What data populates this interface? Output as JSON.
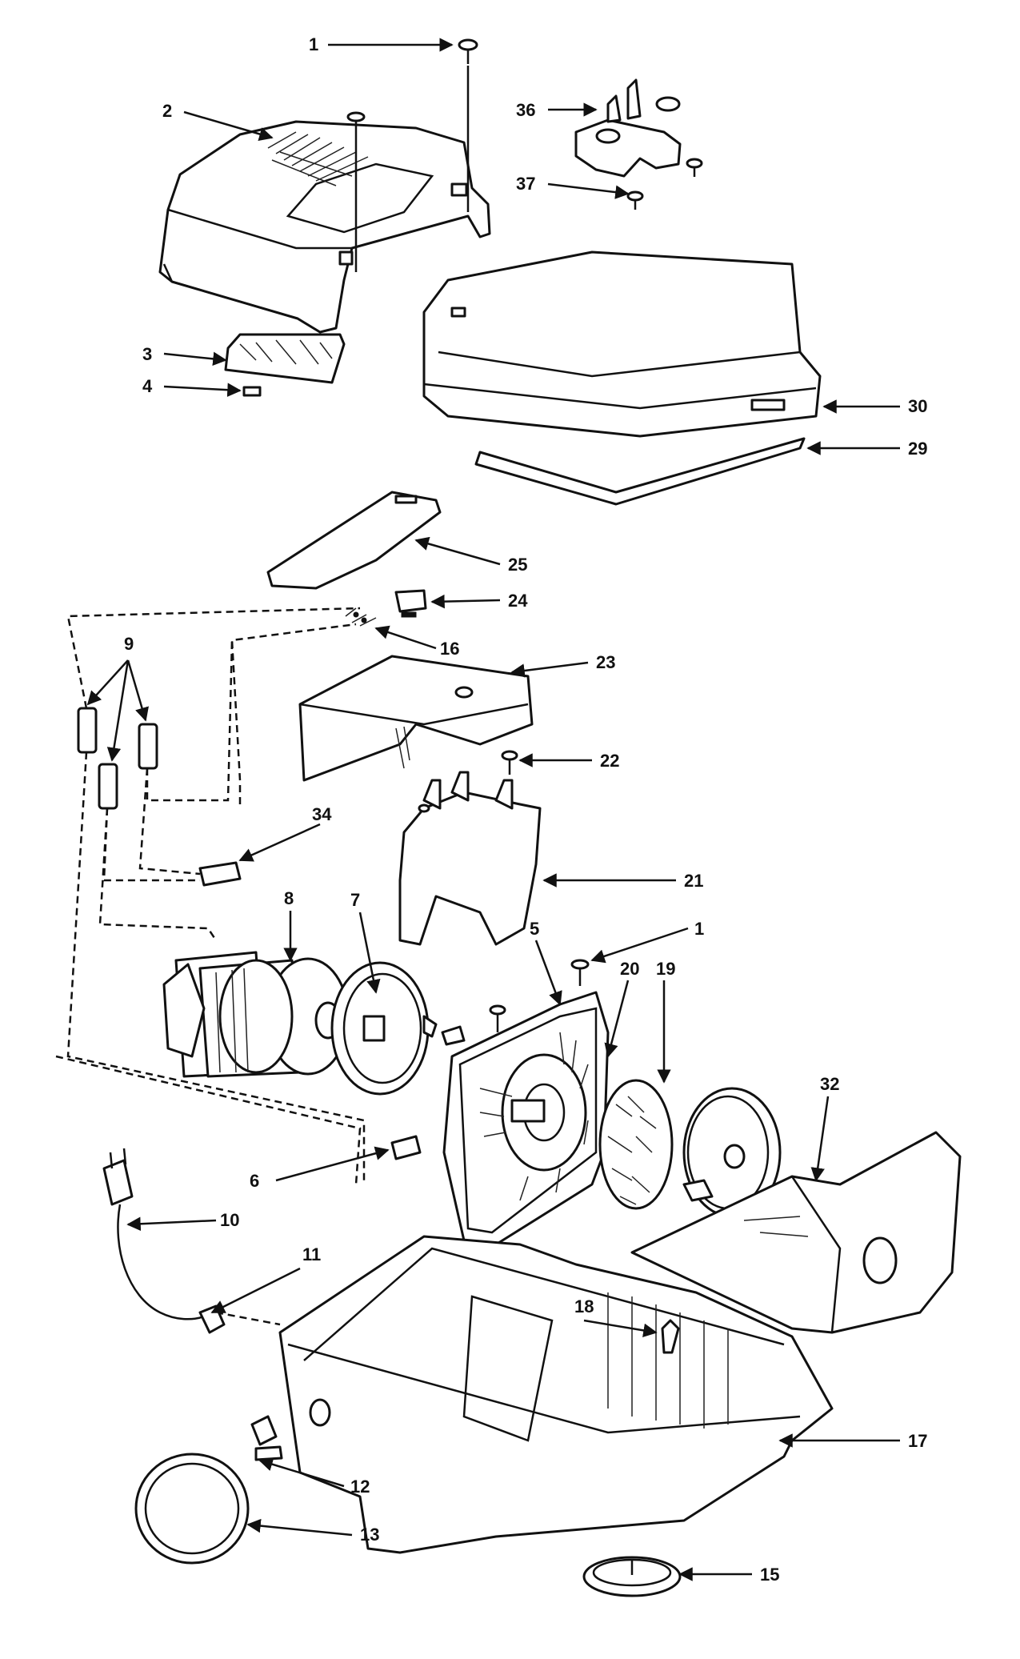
{
  "callouts": {
    "c1_top": "1",
    "c2": "2",
    "c3": "3",
    "c4": "4",
    "c36": "36",
    "c37": "37",
    "c30": "30",
    "c29": "29",
    "c25": "25",
    "c24": "24",
    "c9": "9",
    "c16": "16",
    "c23": "23",
    "c22": "22",
    "c34": "34",
    "c8": "8",
    "c7": "7",
    "c21": "21",
    "c5": "5",
    "c1_mid": "1",
    "c20": "20",
    "c19": "19",
    "c32": "32",
    "c6": "6",
    "c10": "10",
    "c11": "11",
    "c18": "18",
    "c17": "17",
    "c12": "12",
    "c13": "13",
    "c15": "15"
  }
}
